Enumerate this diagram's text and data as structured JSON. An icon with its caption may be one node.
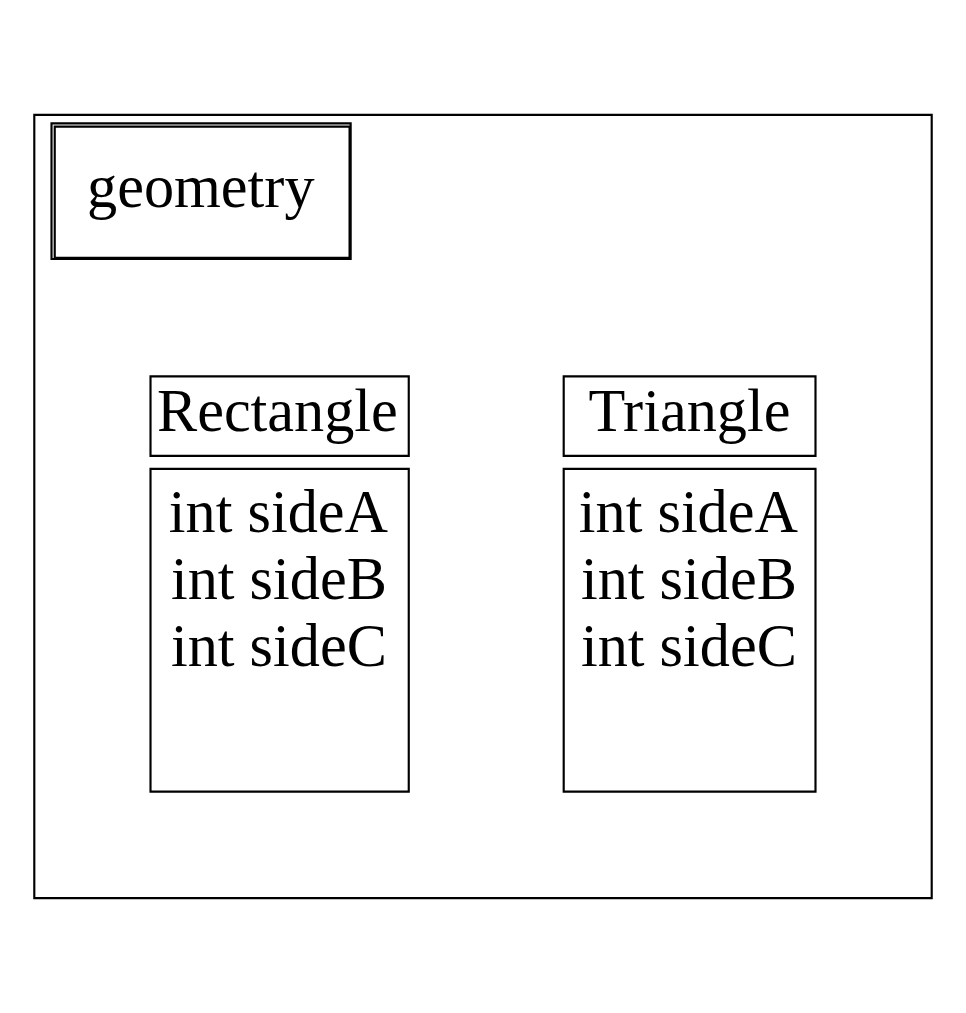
{
  "diagram": {
    "nodes": [
      {
        "text": [
          "geometry"
        ]
      },
      {
        "text": [
          "Triangle",
          "int sideA",
          "int sideB",
          "int sideC"
        ],
        "in": 0
      },
      {
        "text": [
          "Rectangle",
          "int sideA",
          "int sideB",
          "int sideC"
        ],
        "in": 0
      }
    ],
    "edges": []
  }
}
